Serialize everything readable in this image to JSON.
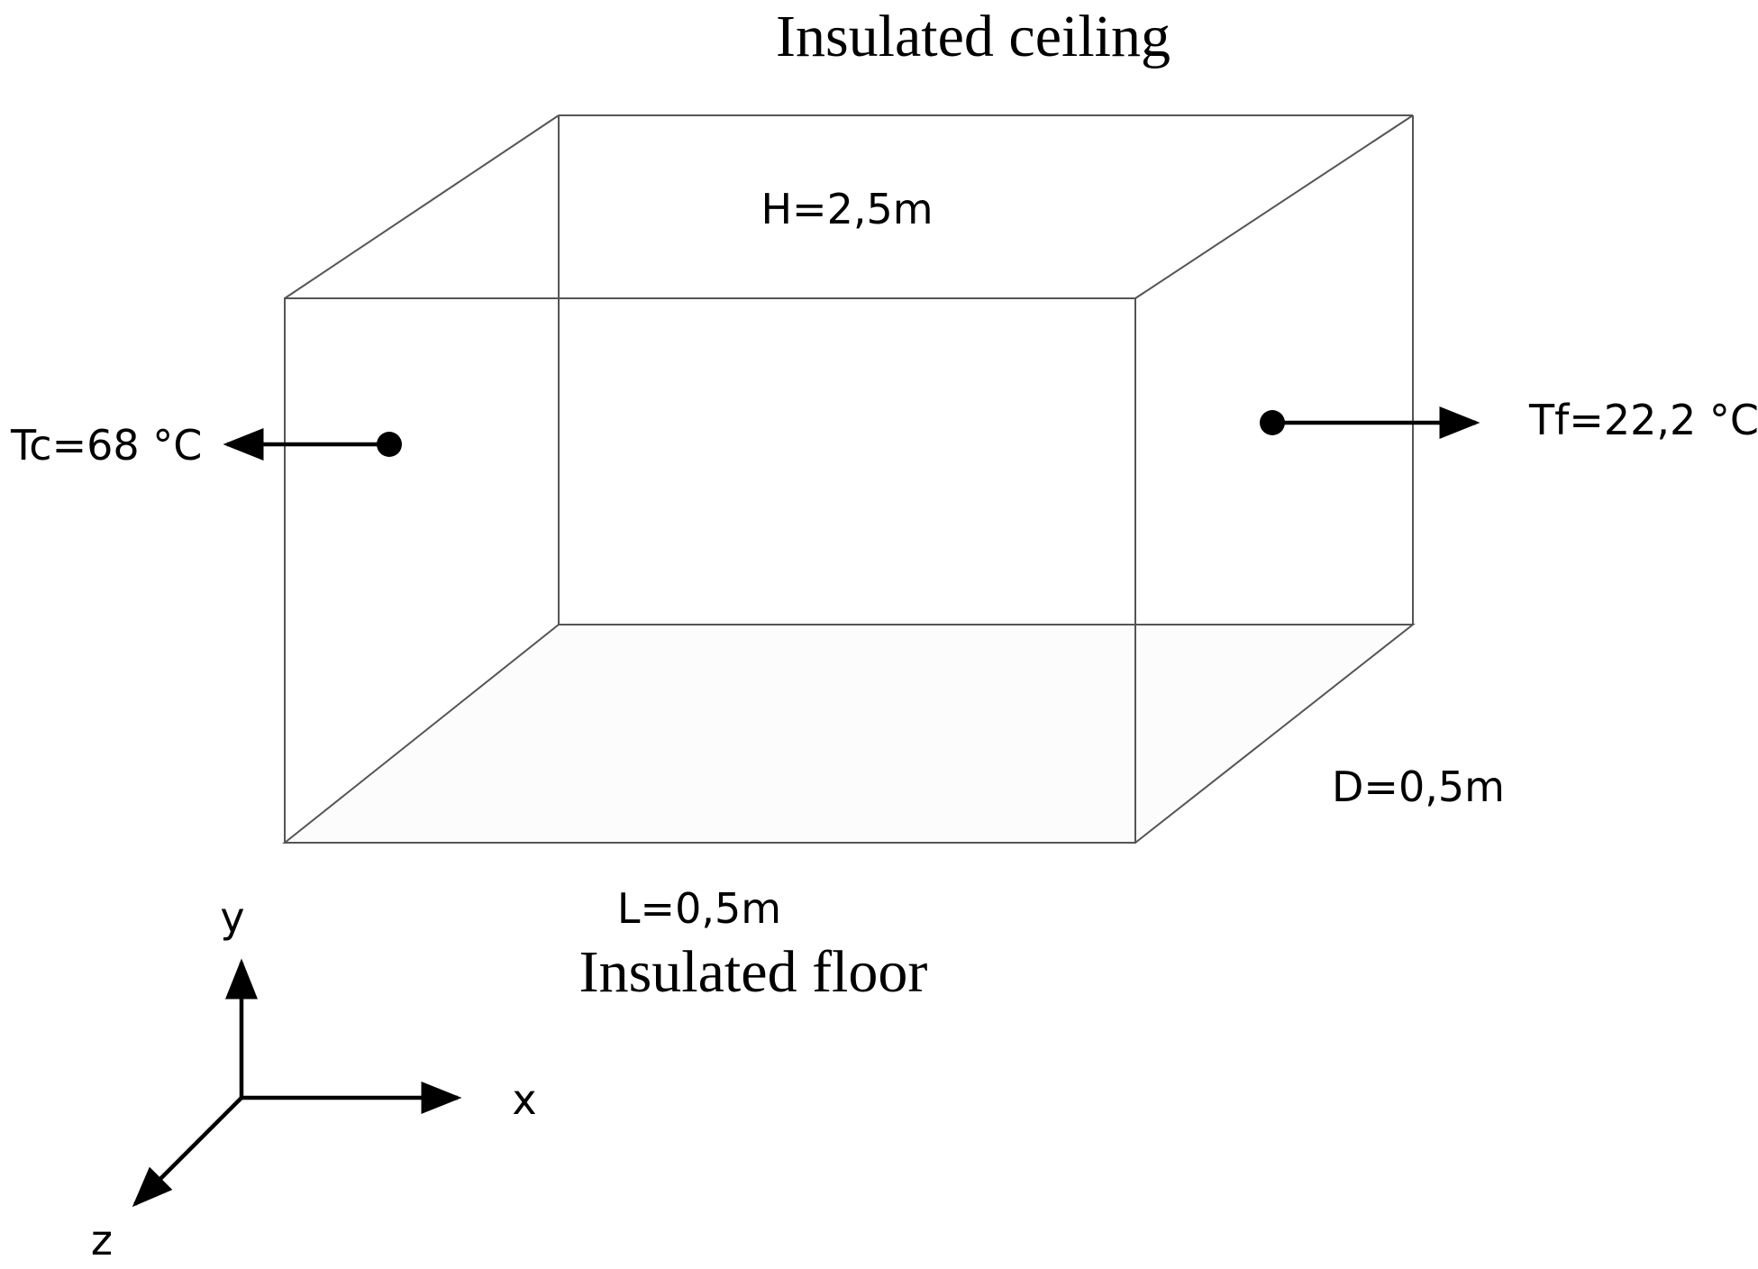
{
  "labels": {
    "ceiling": "Insulated ceiling",
    "floor": "Insulated floor",
    "height": "H=2,5m",
    "length": "L=0,5m",
    "depth": "D=0,5m",
    "hot_wall_temp": "Tc=68 °C",
    "cold_wall_temp": "Tf=22,2 °C"
  },
  "axes": {
    "x": "x",
    "y": "y",
    "z": "z"
  },
  "colors": {
    "line": "#000000",
    "edge": "#555555",
    "face": "#fcfcfc",
    "background": "#ffffff"
  }
}
